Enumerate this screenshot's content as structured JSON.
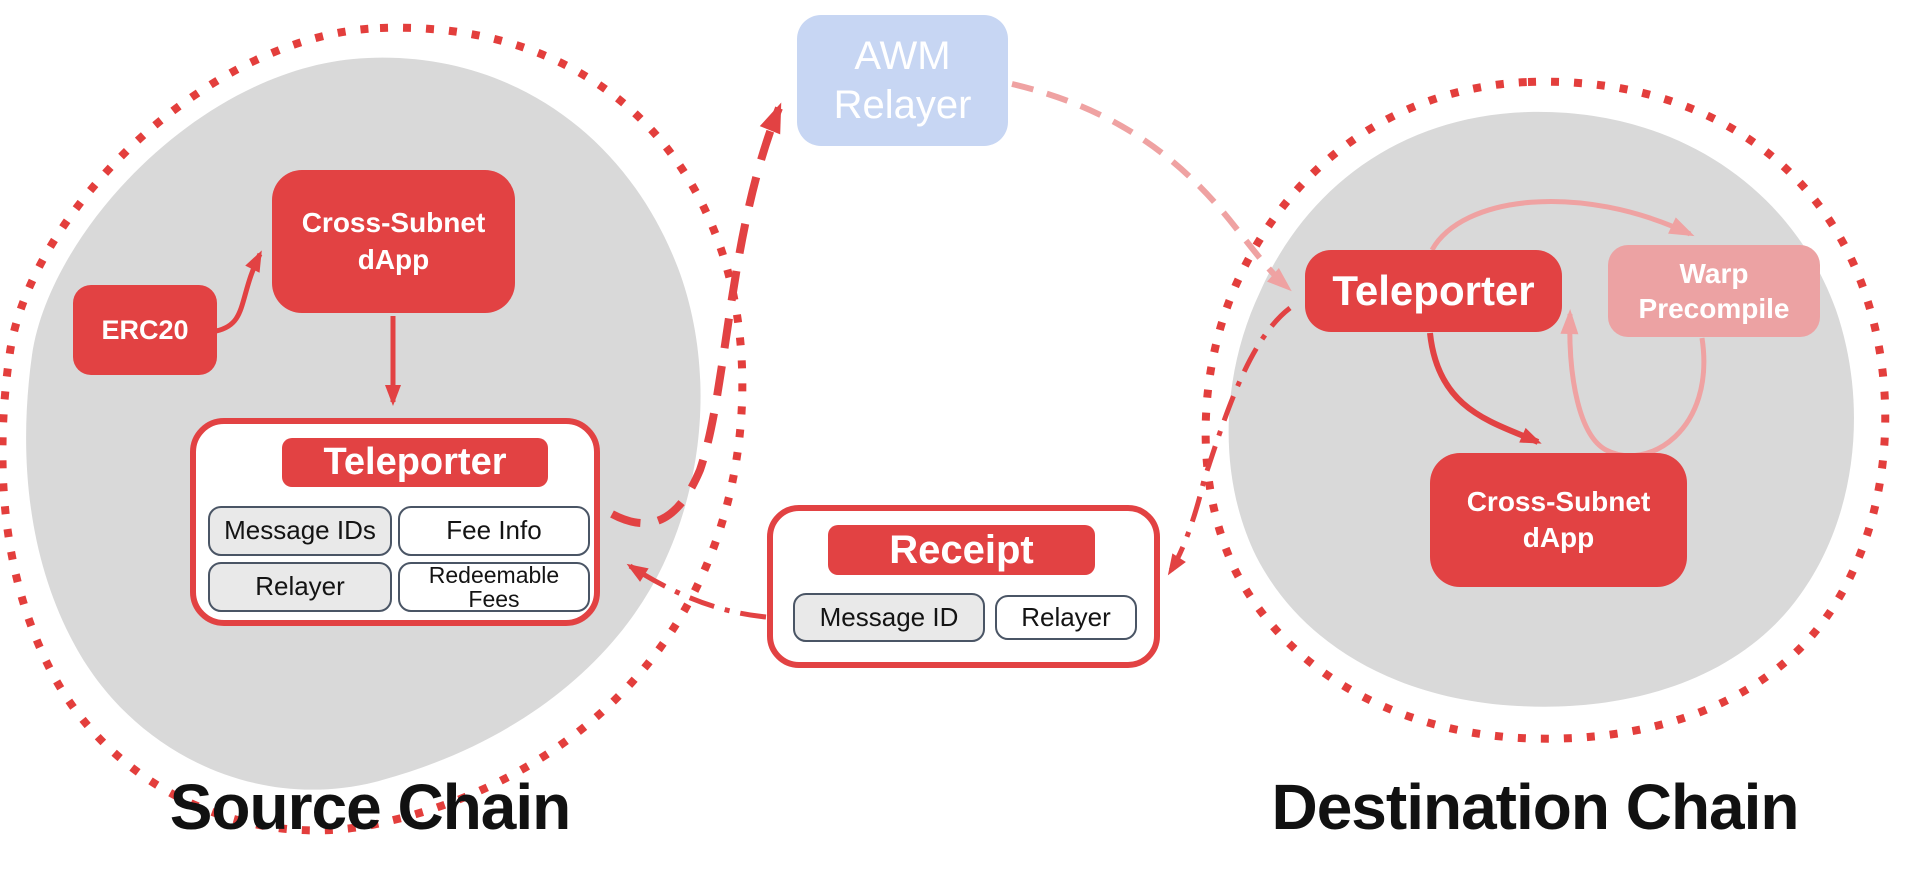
{
  "source_chain": {
    "label": "Source Chain",
    "erc20_label": "ERC20",
    "dapp_label": "Cross-Subnet dApp",
    "teleporter": {
      "title": "Teleporter",
      "chips": [
        "Message IDs",
        "Fee Info",
        "Relayer",
        "Redeemable Fees"
      ]
    }
  },
  "awm_relayer": {
    "label": "AWM Relayer"
  },
  "receipt": {
    "title": "Receipt",
    "chips": [
      "Message ID",
      "Relayer"
    ]
  },
  "destination_chain": {
    "label": "Destination Chain",
    "teleporter_label": "Teleporter",
    "warp_label": "Warp Precompile",
    "dapp_label": "Cross-Subnet dApp"
  },
  "colors": {
    "red": "#E24243",
    "pale_red": "#EFA2A2",
    "warp_pink": "#ECA2A3",
    "awm_blue": "#C7D6F3",
    "blob_gray": "#D9D9D9",
    "chip_gray": "#E9E9E9",
    "chip_border": "#4A5565",
    "label_black": "#111111"
  }
}
